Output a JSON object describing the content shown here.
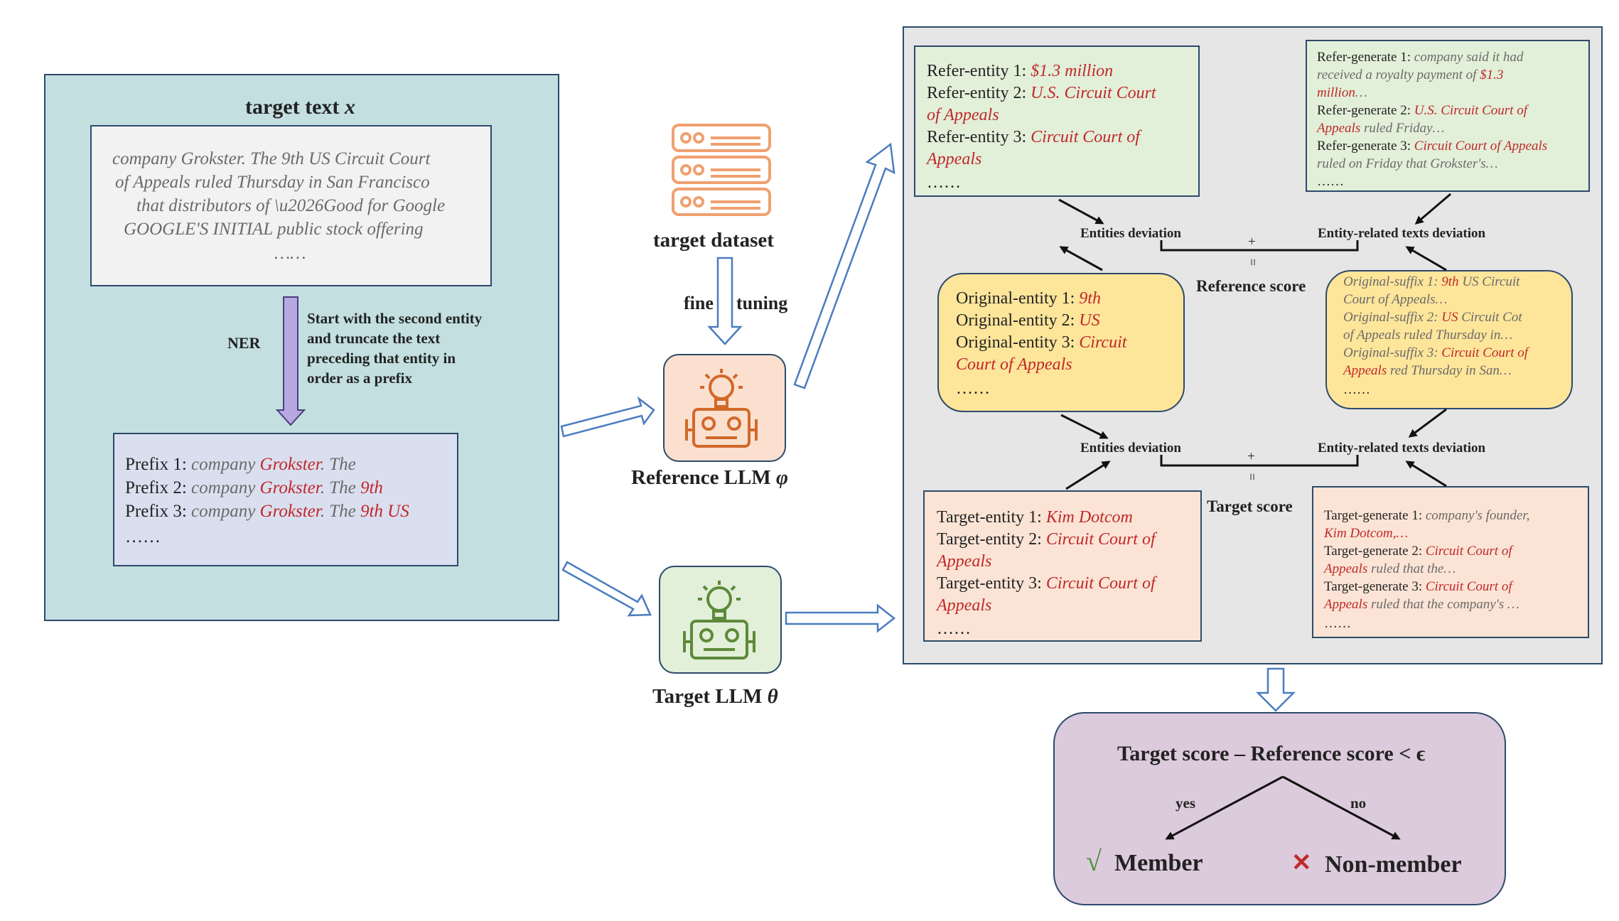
{
  "left_panel": {
    "title": "target  text",
    "title_var": "x",
    "text_lines": [
      "company Grokster. The 9th US Circuit Court",
      "of Appeals ruled Thursday in San Francisco",
      "that distributors of \\u2026Good for Google",
      "GOOGLE'S INITIAL public stock offering",
      "……"
    ],
    "ner_label": "NER",
    "instruction_lines": [
      "Start with the second entity",
      "and truncate the text",
      "preceding that entity in",
      "order as a prefix"
    ],
    "prefixes": [
      {
        "label": "Prefix 1:",
        "grey": "company",
        "red1": "Grokster",
        "grey2": ". The",
        "red2": ""
      },
      {
        "label": "Prefix 2:",
        "grey": "company",
        "red1": "Grokster",
        "grey2": ". The",
        "red2": "9th"
      },
      {
        "label": "Prefix 3:",
        "grey": "company",
        "red1": "Grokster",
        "grey2": ". The",
        "red2": "9th US"
      }
    ],
    "prefix_ellipsis": "……"
  },
  "middle": {
    "dataset_label": "target dataset",
    "fine": "fine",
    "tuning": "tuning",
    "reference_llm": "Reference LLM",
    "reference_var": "φ",
    "target_llm": "Target LLM",
    "target_var": "θ"
  },
  "right_panel": {
    "refer_entities": [
      {
        "label": "Refer-entity 1:",
        "value": "$1.3 million",
        "value2": ""
      },
      {
        "label": "Refer-entity 2:",
        "value": "U.S. Circuit Court",
        "value2": "of Appeals"
      },
      {
        "label": "Refer-entity 3:",
        "value": "Circuit Court of",
        "value2": "Appeals"
      }
    ],
    "refer_ellipsis": "……",
    "refer_generate": {
      "line1_label": "Refer-generate 1:",
      "line1_grey": "company said it had",
      "line2_grey": "received a royalty payment of",
      "line2_red": "$1.3",
      "line3_red": "million",
      "line3_grey": "…",
      "line4_label": "Refer-generate 2:",
      "line4_red": "U.S. Circuit Court of",
      "line5_red": "Appeals",
      "line5_grey": "ruled Friday…",
      "line6_label": "Refer-generate 3:",
      "line6_red": "Circuit Court of Appeals",
      "line7_grey": "ruled on Friday that Grokster's…",
      "line8": "……"
    },
    "entities_deviation": "Entities deviation",
    "entity_texts_deviation": "Entity-related texts deviation",
    "plus": "+",
    "equals": "=",
    "reference_score": "Reference score",
    "target_score": "Target score",
    "original_entities": [
      {
        "label": "Original-entity 1:",
        "value": "9th",
        "value2": ""
      },
      {
        "label": "Original-entity 2:",
        "value": "US",
        "value2": ""
      },
      {
        "label": "Original-entity 3:",
        "value": "Circuit",
        "value2": "Court of Appeals"
      }
    ],
    "original_ellipsis": "……",
    "original_suffix": {
      "l1_label": "Original-suffix 1:",
      "l1_red": "9th",
      "l1_grey": "US Circuit",
      "l2_grey": "Court of Appeals…",
      "l3_label": "Original-suffix 2:",
      "l3_red": "US",
      "l3_grey": "Circuit Cot",
      "l4_grey": "of Appeals ruled Thursday in…",
      "l5_label": "Original-suffix 3:",
      "l5_red": "Circuit Court of",
      "l6_red": "Appeals",
      "l6_grey": "red Thursday in San…",
      "l7": "……"
    },
    "target_entities": [
      {
        "label": "Target-entity 1:",
        "value": "Kim Dotcom",
        "value2": ""
      },
      {
        "label": "Target-entity 2:",
        "value": "Circuit Court of",
        "value2": "Appeals"
      },
      {
        "label": "Target-entity 3:",
        "value": "Circuit Court of",
        "value2": "Appeals"
      }
    ],
    "target_ellipsis": "……",
    "target_generate": {
      "l1_label": "Target-generate 1:",
      "l1_grey": "company's founder,",
      "l2_red": "Kim Dotcom,…",
      "l3_label": "Target-generate 2:",
      "l3_red": "Circuit Court of",
      "l4_red": "Appeals",
      "l4_grey": "ruled that the…",
      "l5_label": "Target-generate 3:",
      "l5_red": "Circuit Court of",
      "l6_red": "Appeals",
      "l6_grey": "ruled that the company's …",
      "l7": "……"
    }
  },
  "decision": {
    "formula": "Target score – Reference score < ϵ",
    "yes": "yes",
    "no": "no",
    "check": "√",
    "member": "Member",
    "cross": "✕",
    "non_member": "Non-member"
  },
  "colors": {
    "left_panel_bg": "#c3dfe0",
    "right_panel_bg": "#e6e6e6",
    "green_box": "#e2efd9",
    "yellow_box": "#fde59a",
    "pink_box": "#fbe4d5",
    "prefix_box": "#dadff0",
    "decision_box": "#dccbdc",
    "red_text": "#c0282a",
    "arrow_blue": "#4a7cc0"
  }
}
